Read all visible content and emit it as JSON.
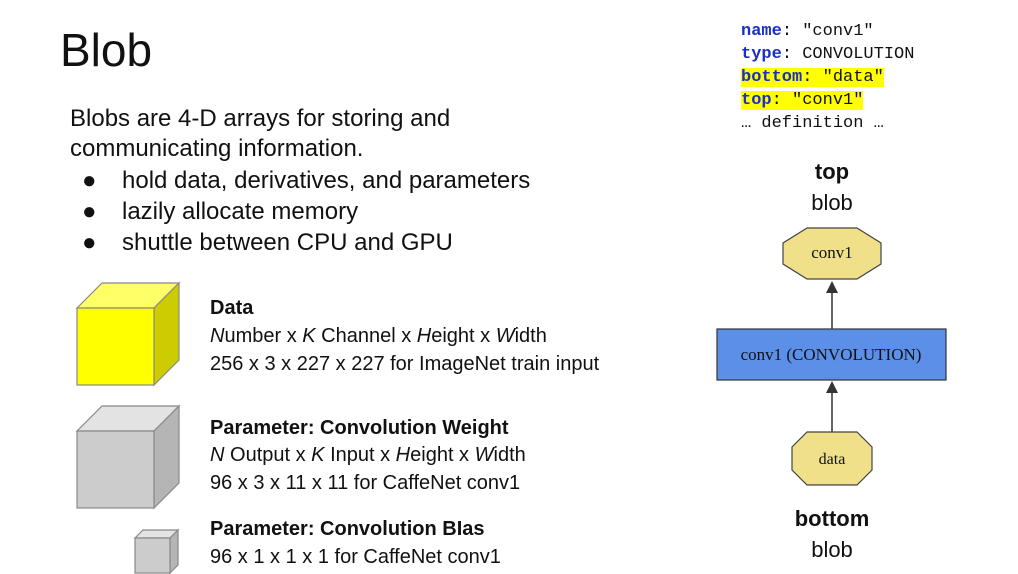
{
  "title": "Blob",
  "intro": "Blobs are 4-D arrays for storing and communicating information.",
  "bullets": [
    "hold data, derivatives, and parameters",
    "lazily allocate memory",
    "shuttle between CPU and GPU"
  ],
  "blobs": [
    {
      "title": "Data",
      "line1": {
        "p1": "N",
        "p2": "umber x ",
        "p3": "K",
        "p4": " Channel x ",
        "p5": "H",
        "p6": "eight x ",
        "p7": "W",
        "p8": "idth"
      },
      "line2": "256 x 3 x 227 x 227 for ImageNet train input"
    },
    {
      "title": "Parameter: Convolution Weight",
      "line1": {
        "p1": "N",
        "p2": " Output x ",
        "p3": "K",
        "p4": " Input x ",
        "p5": "H",
        "p6": "eight x ",
        "p7": "W",
        "p8": "idth"
      },
      "line2": "96 x 3 x 11 x 11 for CaffeNet conv1"
    },
    {
      "title": "Parameter: Convolution BIas",
      "line1": "96 x 1 x 1 x 1 for CaffeNet conv1"
    }
  ],
  "code": {
    "name_key": "name",
    "name_val": " \"conv1\"",
    "type_key": "type",
    "type_val": " CONVOLUTION",
    "bottom_key": "bottom",
    "bottom_val": " \"data\"",
    "top_key": "top",
    "top_val": " \"conv1\"",
    "definition": "… definition …"
  },
  "diagram": {
    "top_label": "top",
    "top_sub": "blob",
    "top_node": "conv1",
    "layer_node": "conv1 (CONVOLUTION)",
    "bottom_node": "data",
    "bottom_label": "bottom",
    "bottom_sub": "blob"
  },
  "colors": {
    "data_cube": "#ffff00",
    "param_cube": "#cccccc",
    "blob_node": "#efe089",
    "layer_node": "#5b8fe8",
    "code_keyword": "#1a2ecc",
    "code_highlight": "#ffff00"
  }
}
